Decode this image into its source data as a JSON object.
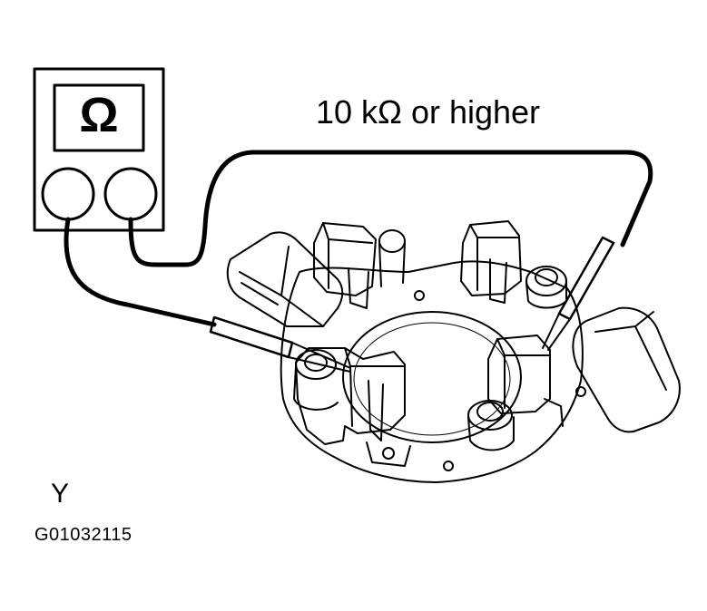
{
  "meter": {
    "symbol": "Ω"
  },
  "labels": {
    "resistance_spec": "10 kΩ or higher",
    "view": "Y",
    "figure_code": "G01032115"
  },
  "colors": {
    "line": "#000000",
    "background": "#ffffff"
  },
  "icons": {
    "meter": "ohmmeter-icon",
    "brush_holder": "brush-holder-icon",
    "probe": "test-probe-icon"
  }
}
